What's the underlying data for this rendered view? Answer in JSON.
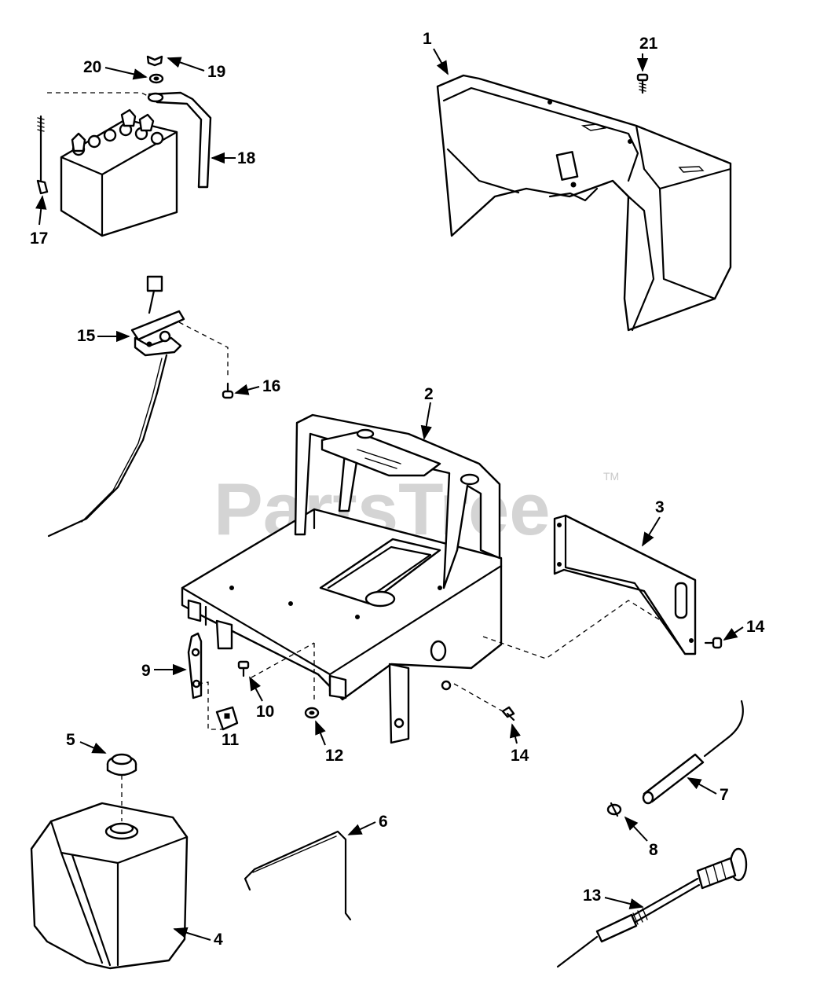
{
  "watermark": {
    "text": "PartsTree",
    "trademark": "TM",
    "color": "#d4d4d4"
  },
  "callouts": [
    "1",
    "2",
    "3",
    "4",
    "5",
    "6",
    "7",
    "8",
    "9",
    "10",
    "11",
    "12",
    "13",
    "14",
    "14",
    "15",
    "16",
    "17",
    "18",
    "19",
    "20",
    "21"
  ]
}
